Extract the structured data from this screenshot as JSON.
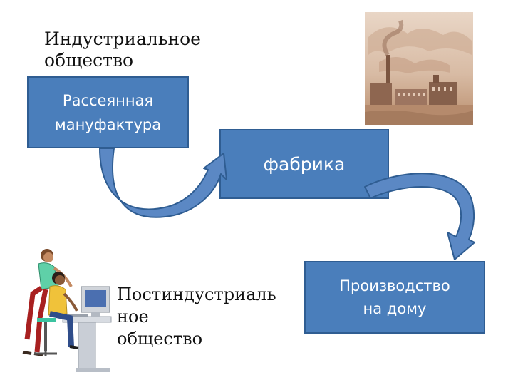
{
  "industrial_title": "Индустриальное\nобщество",
  "postindustrial_title": "Постиндустриаль\nное\nобщество",
  "boxes": {
    "manufactory": "Рассеянная\nмануфактура",
    "factory": "фабрика",
    "home_production": "Производство\nна дому"
  },
  "colors": {
    "box_fill": "#4a7ebb",
    "box_border": "#2f5d92",
    "arrow_fill": "#5b88c4",
    "photo_tone": "#c9a58a"
  }
}
